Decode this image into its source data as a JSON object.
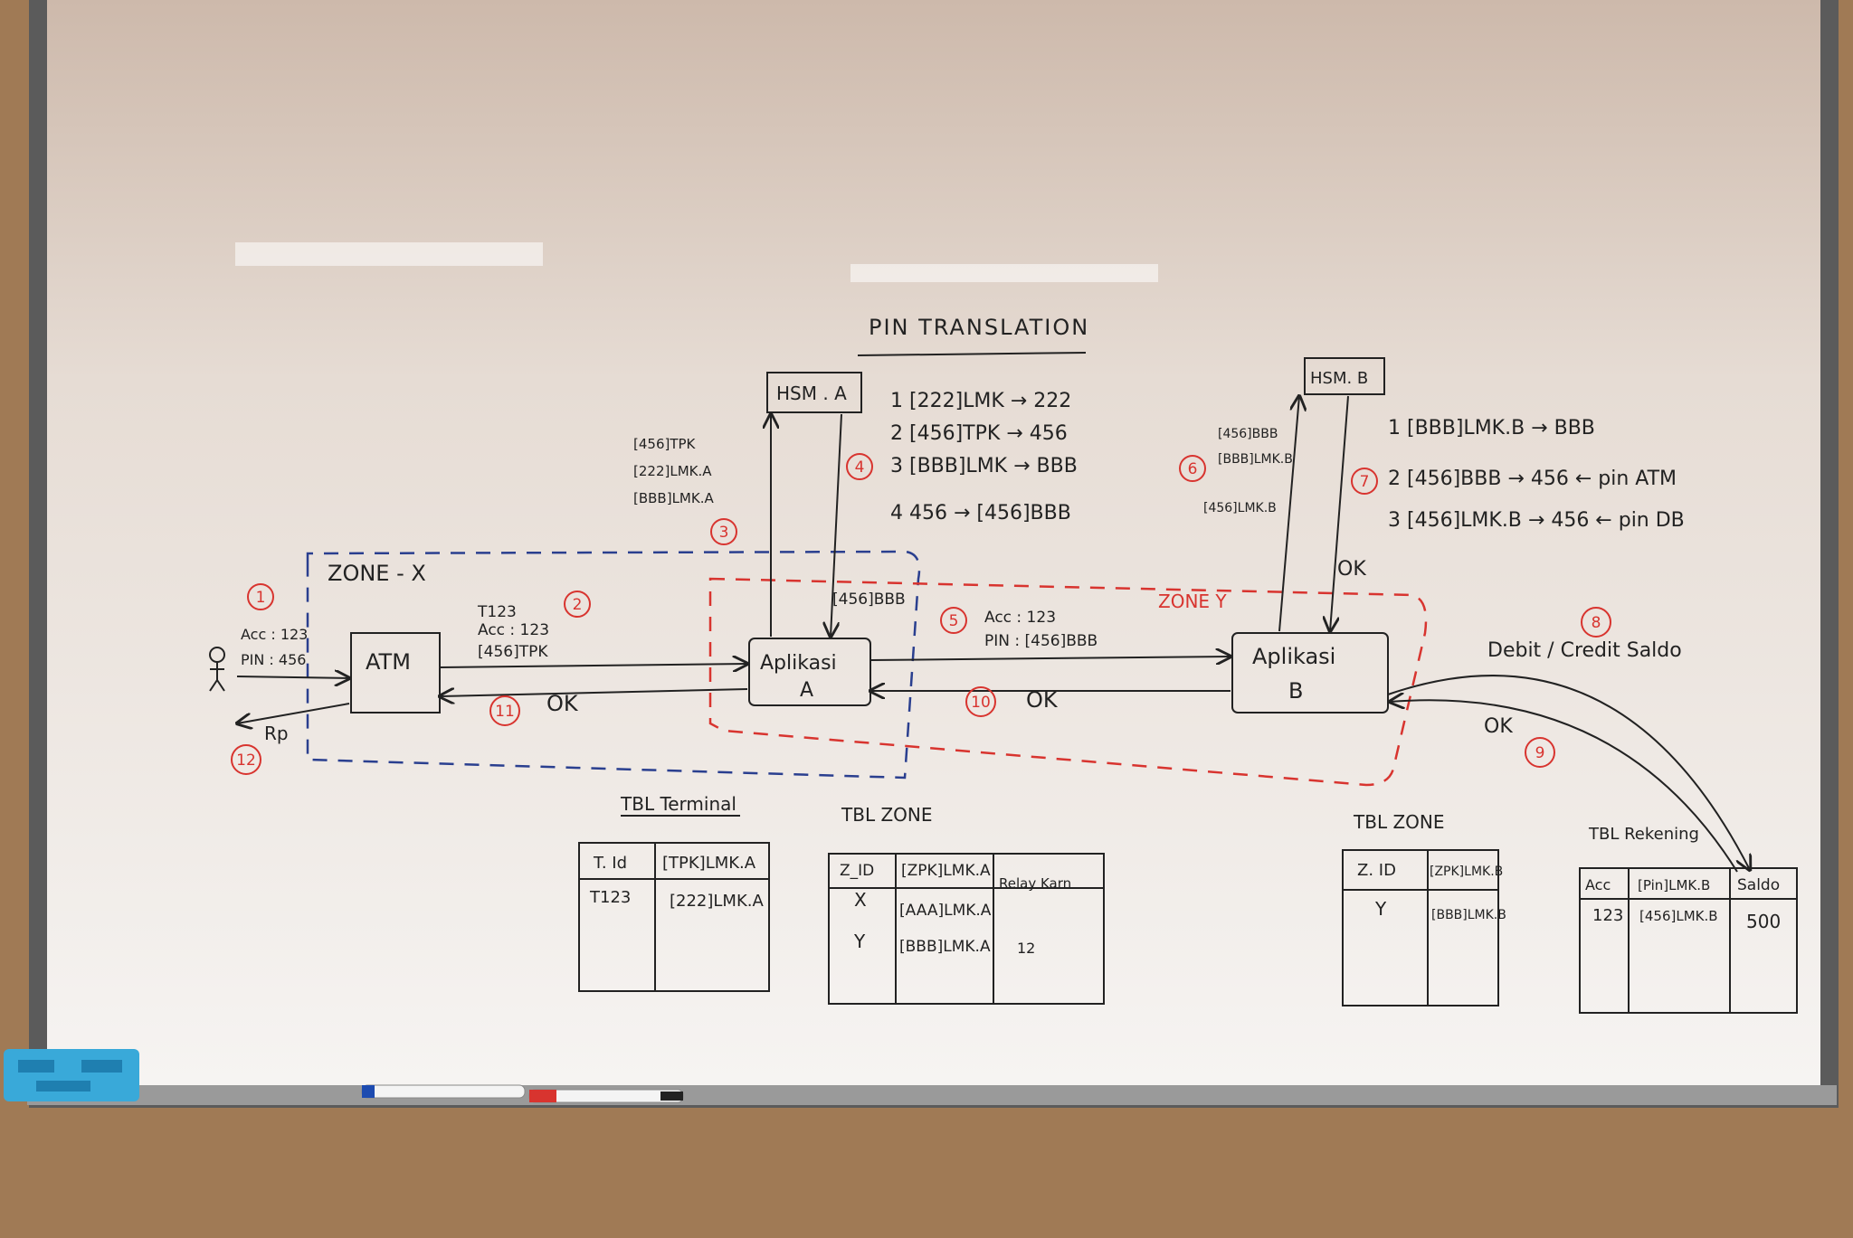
{
  "title": "PIN TRANSLATION",
  "nodes": {
    "atm": "ATM",
    "aplikasi_a": [
      "Aplikasi",
      "A"
    ],
    "aplikasi_b": [
      "Aplikasi",
      "B"
    ],
    "hsm_a": "HSM . A",
    "hsm_b": "HSM. B",
    "zone_x": "ZONE - X",
    "zone_y": "ZONE Y"
  },
  "steps": {
    "s1": "1",
    "s2": "2",
    "s3": "3",
    "s4": "4",
    "s5": "5",
    "s6": "6",
    "s7": "7",
    "s8": "8",
    "s9": "9",
    "s10": "10",
    "s11": "11",
    "s12": "12"
  },
  "labels": {
    "user_acc": "Acc : 123",
    "user_pin": "PIN : 456",
    "user_rp": "Rp",
    "atm_to_app": [
      "T123",
      "Acc : 123",
      "[456]TPK"
    ],
    "ok_11": "OK",
    "ok_10": "OK",
    "ok_hsm_b": "OK",
    "ok_9": "OK",
    "step5": [
      "Acc : 123",
      "PIN : [456]BBB"
    ],
    "hsm_a_in": [
      "[456]TPK",
      "[222]LMK.A",
      "[BBB]LMK.A"
    ],
    "hsm_a_out": "[456]BBB",
    "hsm_b_in": [
      "[456]BBB",
      "[BBB]LMK.B",
      "[456]LMK.B"
    ],
    "debit_credit": "Debit / Credit Saldo"
  },
  "hsm_a_steps": [
    "1  [222]LMK → 222",
    "2  [456]TPK → 456",
    "3  [BBB]LMK → BBB",
    "4  456 → [456]BBB"
  ],
  "hsm_b_steps": [
    "1 [BBB]LMK.B → BBB",
    "2  [456]BBB → 456 ← pin ATM",
    "3  [456]LMK.B → 456 ← pin DB"
  ],
  "tables": {
    "terminal": {
      "title": "TBL Terminal",
      "headers": [
        "T. Id",
        "[TPK]LMK.A"
      ],
      "rows": [
        [
          "T123",
          "[222]LMK.A"
        ]
      ]
    },
    "zone_a": {
      "title": "TBL ZONE",
      "headers": [
        "Z_ID",
        "[ZPK]LMK.A",
        "Relay Karn"
      ],
      "rows": [
        [
          "X",
          "[AAA]LMK.A",
          ""
        ],
        [
          "Y",
          "[BBB]LMK.A",
          "12"
        ]
      ]
    },
    "zone_b": {
      "title": "TBL ZONE",
      "headers": [
        "Z. ID",
        "[ZPK]LMK.B"
      ],
      "rows": [
        [
          "Y",
          "[BBB]LMK.B"
        ]
      ]
    },
    "rekening": {
      "title": "TBL Rekening",
      "headers": [
        "Acc",
        "[Pin]LMK.B",
        "Saldo"
      ],
      "rows": [
        [
          "123",
          "[456]LMK.B",
          "500"
        ]
      ]
    }
  },
  "colors": {
    "ink": "#222222",
    "red_marker": "#d8342f",
    "blue_marker": "#2a3f8f",
    "board": "#f4f1ee",
    "wall": "#a07a55",
    "eraser": "#39a9d9"
  }
}
